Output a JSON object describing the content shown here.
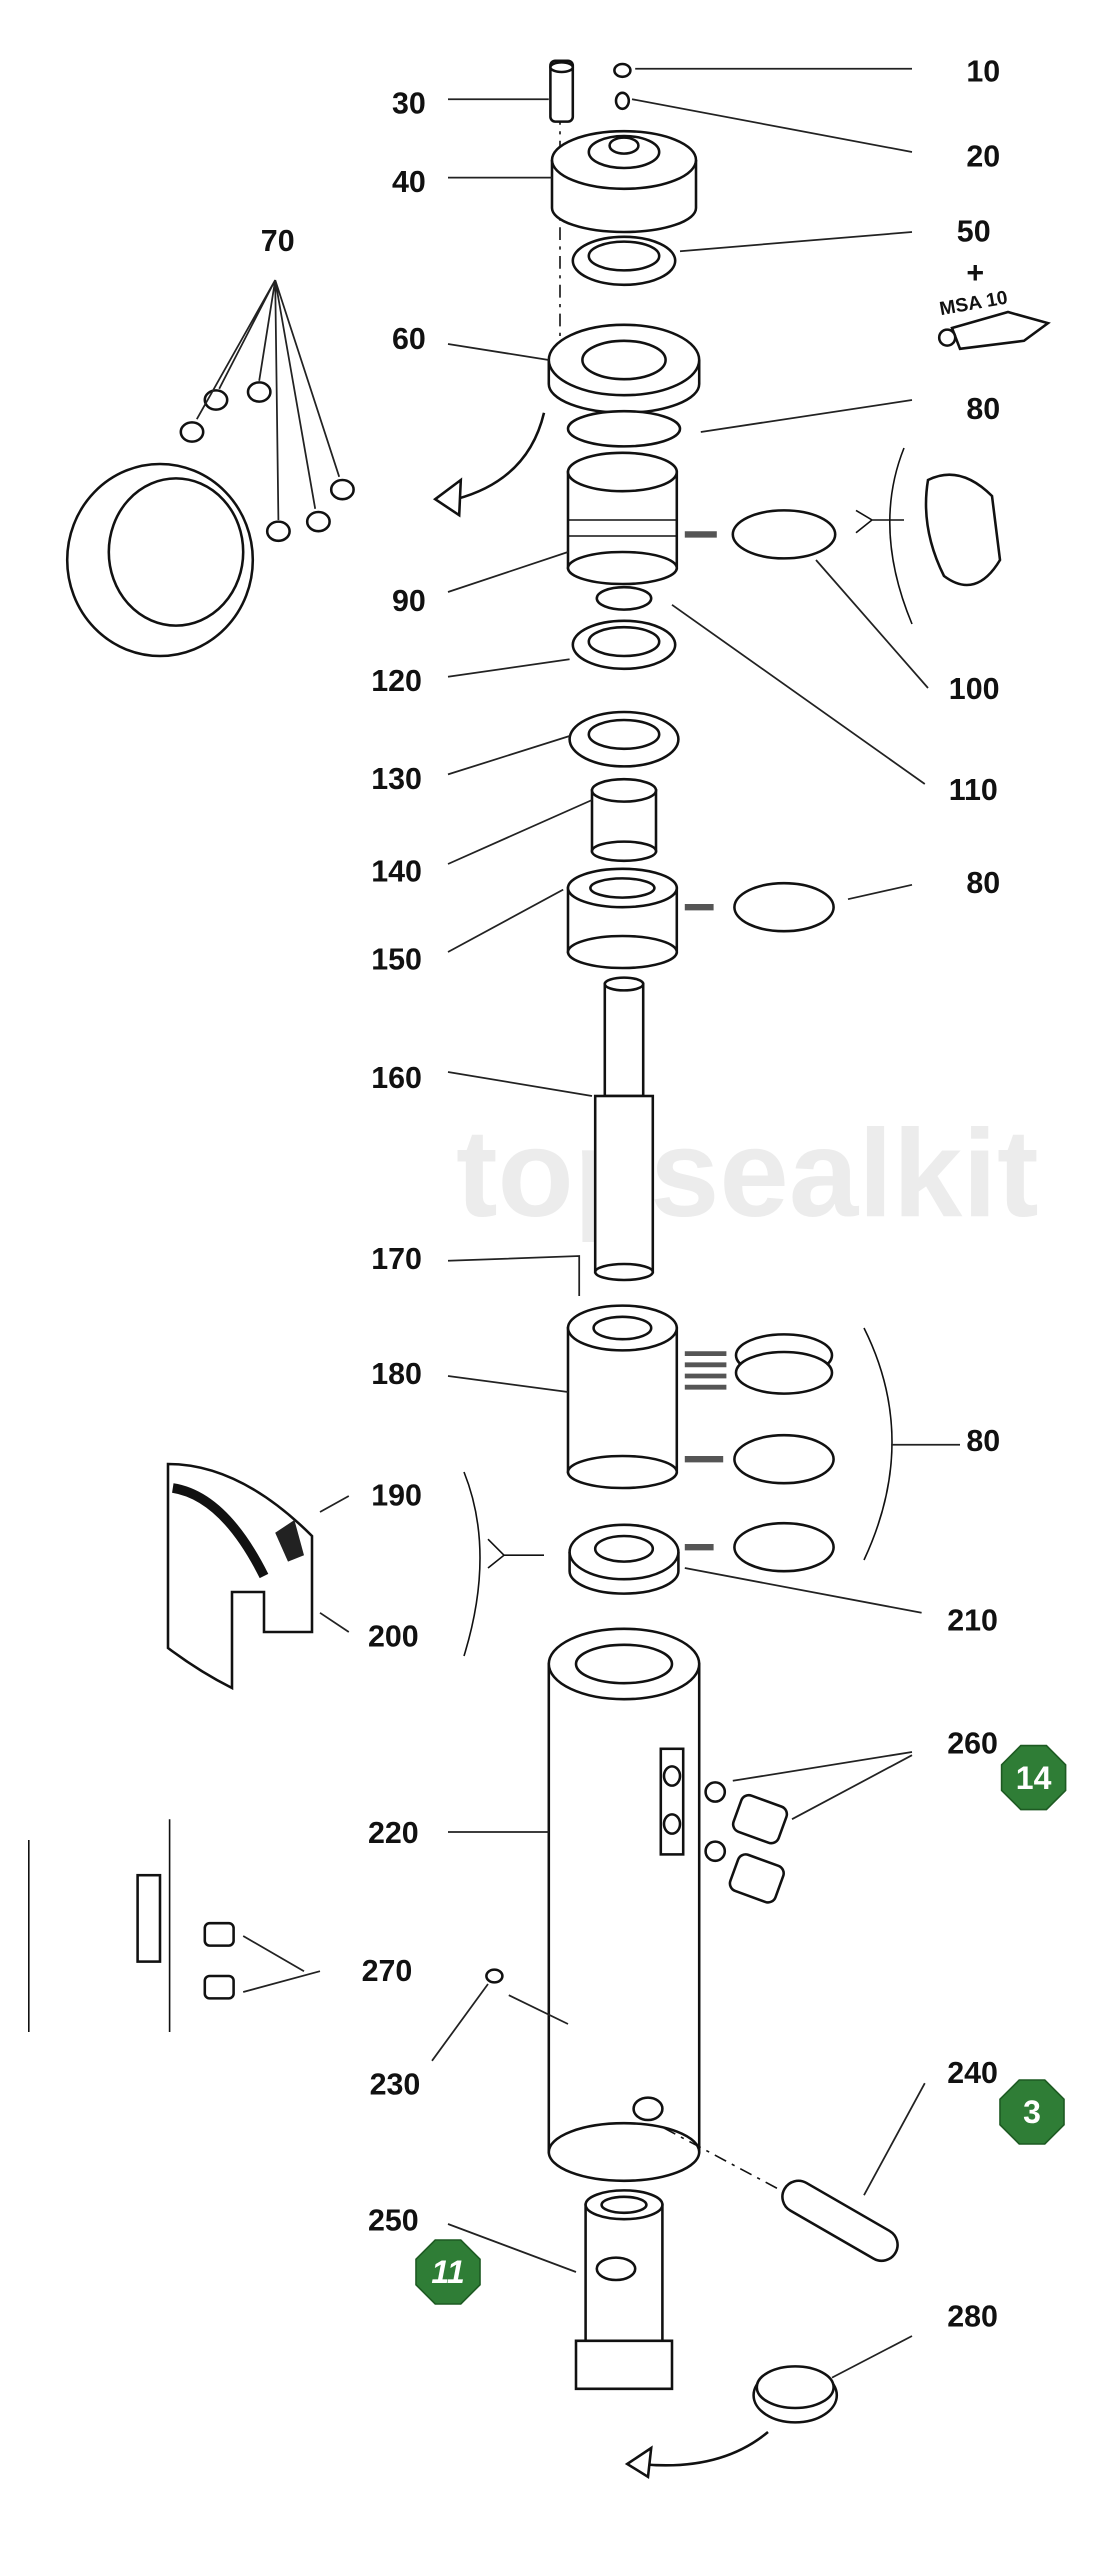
{
  "watermark": "topsealkit",
  "lubricant": {
    "plus": "+",
    "name": "MSA 10"
  },
  "labels": {
    "l10": "10",
    "l20": "20",
    "l30": "30",
    "l40": "40",
    "l50": "50",
    "l60": "60",
    "l70": "70",
    "l80a": "80",
    "l90": "90",
    "l100": "100",
    "l110": "110",
    "l120": "120",
    "l130": "130",
    "l140": "140",
    "l150": "150",
    "l80b": "80",
    "l160": "160",
    "l170": "170",
    "l180": "180",
    "l80c": "80",
    "l190": "190",
    "l200": "200",
    "l210": "210",
    "l220": "220",
    "l260": "260",
    "l270": "270",
    "l230": "230",
    "l240": "240",
    "l250": "250",
    "l280": "280"
  },
  "badges": {
    "b260": "14",
    "b240": "3",
    "b250": "11"
  },
  "colors": {
    "badge": "#2f7d36",
    "ink": "#111111"
  }
}
